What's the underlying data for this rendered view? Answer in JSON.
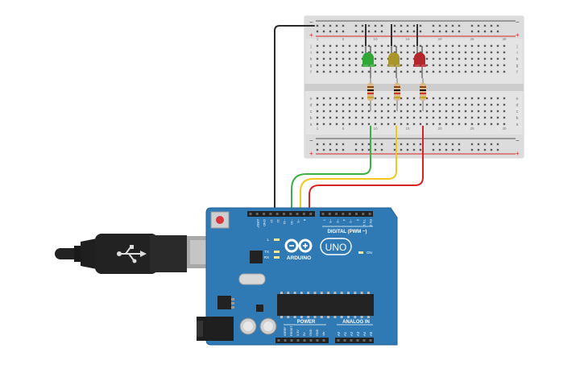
{
  "breadboard": {
    "rail_plus": "+",
    "rail_minus": "−",
    "row_letters_top": [
      "j",
      "i",
      "h",
      "g",
      "f"
    ],
    "row_letters_bottom": [
      "e",
      "d",
      "c",
      "b",
      "a"
    ],
    "column_numbers": [
      "1",
      "5",
      "10",
      "15",
      "20",
      "25",
      "30"
    ]
  },
  "leds": [
    {
      "name": "green-led",
      "color": "#2fa836"
    },
    {
      "name": "yellow-led",
      "color": "#a8962a"
    },
    {
      "name": "red-led",
      "color": "#b3262b"
    }
  ],
  "wires": {
    "ground_color": "#2b2b2b",
    "green": "#3cb043",
    "yellow": "#f2c81f",
    "red": "#d62424"
  },
  "arduino": {
    "board_color": "#2f79b5",
    "logo_text": "ARDUINO",
    "model": "UNO",
    "digital_label": "DIGITAL (PWM ~)",
    "power_label": "POWER",
    "analog_label": "ANALOG IN",
    "on_label": "ON",
    "led_labels": [
      "L",
      "TX",
      "RX"
    ],
    "top_pins": [
      "AREF",
      "GND",
      "13",
      "12",
      "~11",
      "~10",
      "~9",
      "8",
      "7",
      "~6",
      "~5",
      "4",
      "~3",
      "2",
      "TX 1",
      "RX 0"
    ],
    "power_pins": [
      "IOREF",
      "RESET",
      "3.3V",
      "5V",
      "GND",
      "GND",
      "Vin"
    ],
    "analog_pins": [
      "A0",
      "A1",
      "A2",
      "A3",
      "A4",
      "A5"
    ]
  }
}
